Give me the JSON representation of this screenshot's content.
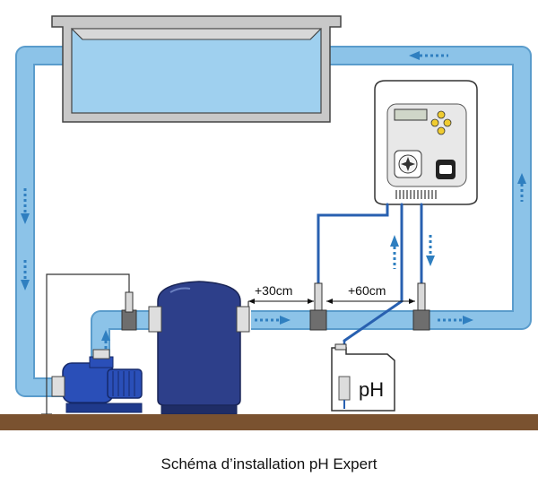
{
  "diagram": {
    "caption": "Schéma d’installation pH Expert",
    "distances": [
      {
        "id": "inject-distance",
        "label": "+30cm"
      },
      {
        "id": "probe-distance",
        "label": "+60cm"
      }
    ],
    "canister_label": "pH",
    "colors": {
      "pipe_fill": "#8cc3e8",
      "pipe_edge": "#5a9ccc",
      "water": "#cbe6f6",
      "pool_wall": "#d0d0d0",
      "pump_blue": "#2a4fb8",
      "filter_blue": "#2d3f8a",
      "ground": "#7a5230",
      "arrow": "#2f7fc0",
      "tube": "#2860b0"
    }
  }
}
